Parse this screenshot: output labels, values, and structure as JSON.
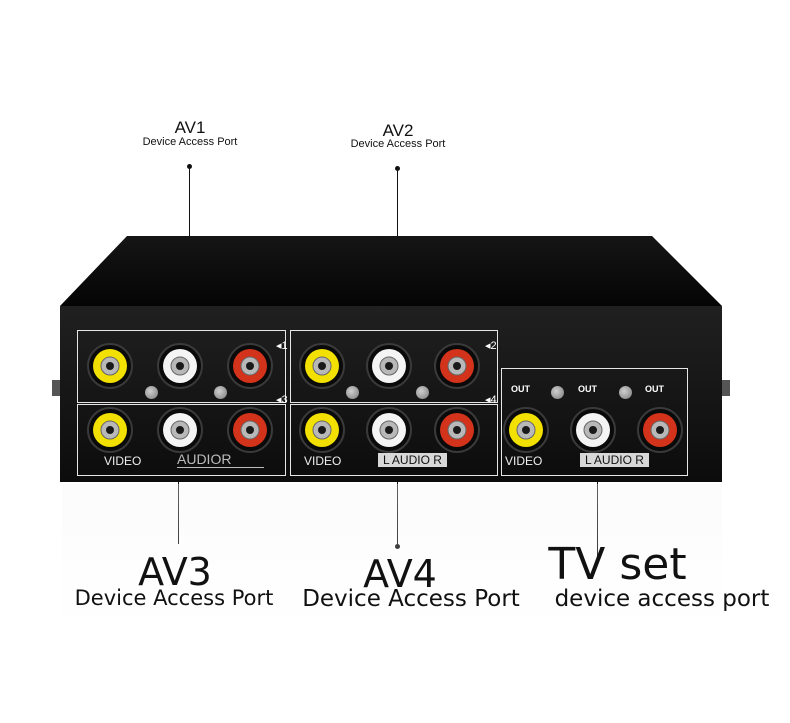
{
  "callouts": {
    "av1": {
      "title": "AV1",
      "subtitle": "Device Access Port"
    },
    "av2": {
      "title": "AV2",
      "subtitle": "Device Access Port"
    },
    "av3": {
      "title": "AV3",
      "subtitle": "Device Access Port"
    },
    "av4": {
      "title": "AV4",
      "subtitle": "Device Access Port"
    },
    "tv": {
      "title": "TV set",
      "subtitle": "device access port"
    }
  },
  "panel": {
    "group1": {
      "top_number": "1",
      "bottom_number": "3",
      "video_label": "VIDEO",
      "audio_label": "AUDIOR"
    },
    "group2": {
      "top_number": "2",
      "bottom_number": "4",
      "video_label": "VIDEO",
      "audio_label": "L   AUDIO   R"
    },
    "output": {
      "out_labels": [
        "OUT",
        "OUT",
        "OUT"
      ],
      "video_label": "VIDEO",
      "audio_label": "L   AUDIO   R"
    }
  },
  "colors": {
    "device_body": "#111111",
    "jack_yellow": "#f2e100",
    "jack_white": "#f4f4f4",
    "jack_red": "#d2331a",
    "frame": "#e6e6e6"
  }
}
